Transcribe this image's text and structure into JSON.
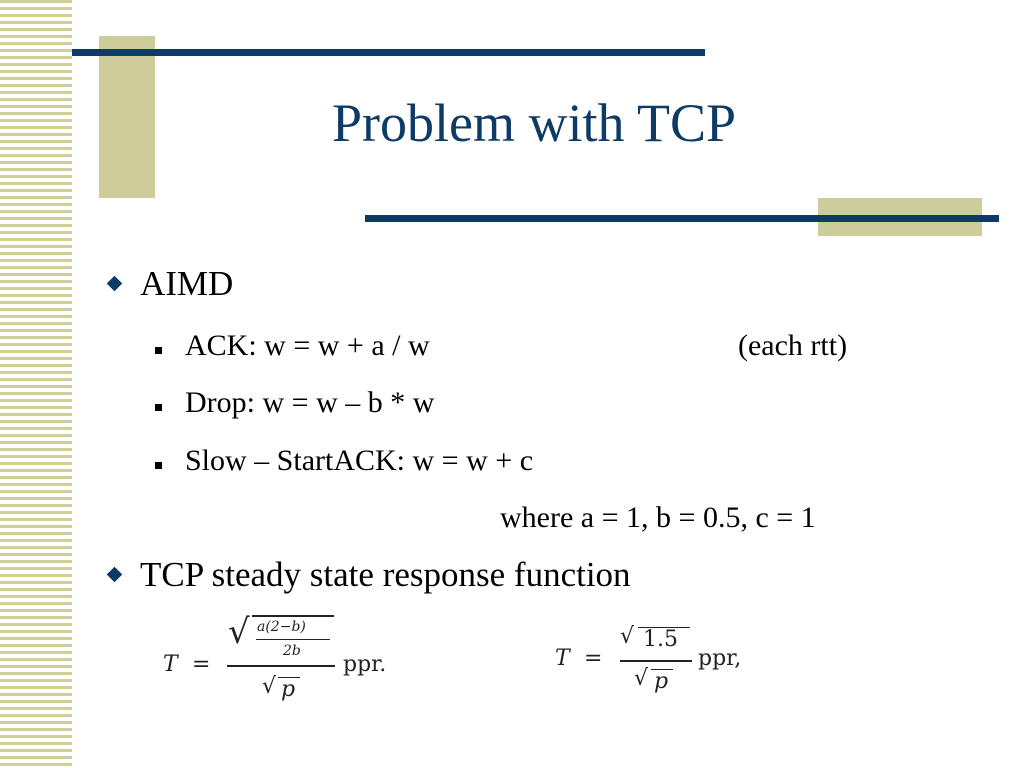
{
  "slide": {
    "title": "Problem with TCP",
    "bullets": [
      {
        "label": "AIMD",
        "subitems": [
          {
            "text": "ACK: w = w + a / w",
            "note": "(each rtt)"
          },
          {
            "text": "Drop: w = w – b * w"
          },
          {
            "text": "Slow – StartACK: w = w + c"
          }
        ],
        "where": "where a = 1, b = 0.5, c = 1"
      },
      {
        "label": "TCP steady state response function"
      }
    ],
    "formula1": {
      "lhs": "T",
      "eq": "=",
      "inner_num": "a(2−b)",
      "inner_den": "2b",
      "radical": "√",
      "den_p": "p",
      "unit": "ppr."
    },
    "formula2": {
      "lhs": "T",
      "eq": "=",
      "num": "1.5",
      "radical": "√",
      "den_p": "p",
      "unit": "ppr,"
    }
  },
  "colors": {
    "accent": "#0e3a66",
    "decor": "#cdcd9b"
  }
}
